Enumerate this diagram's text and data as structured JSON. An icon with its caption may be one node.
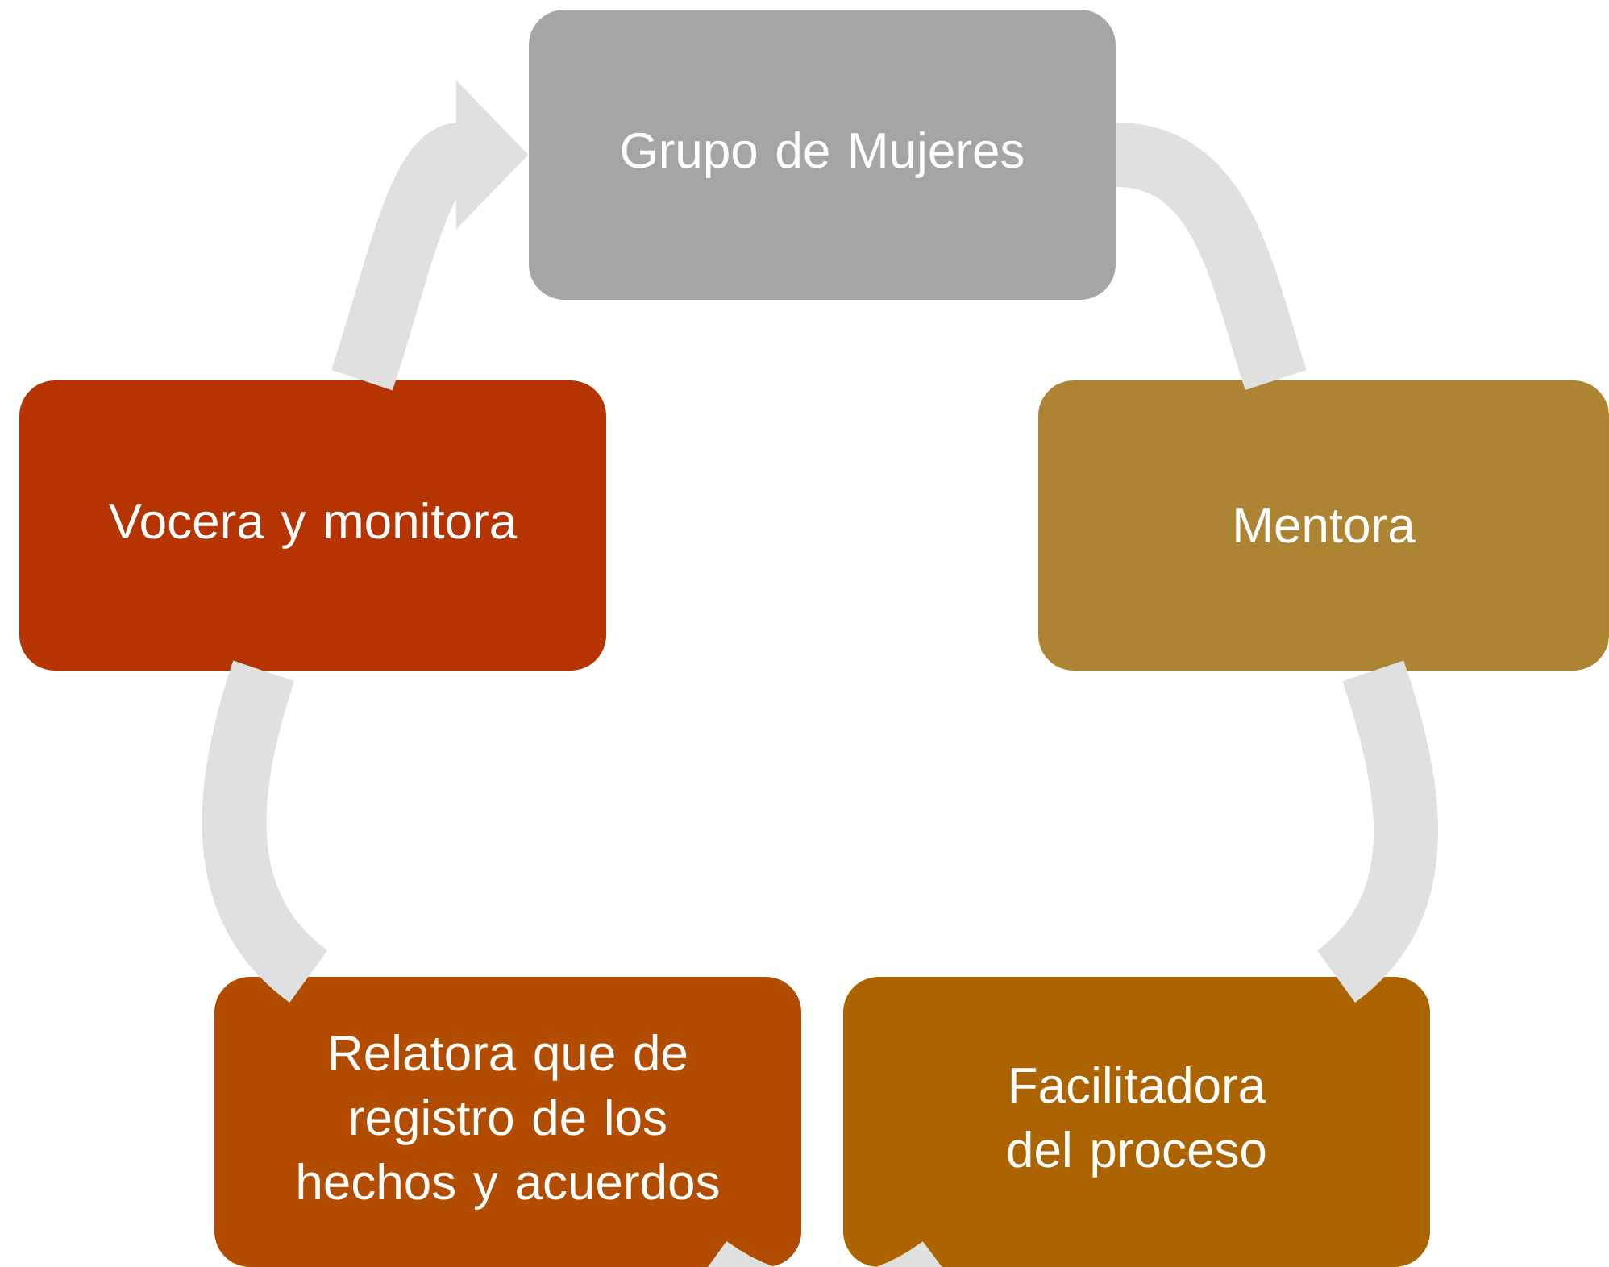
{
  "diagram": {
    "nodes": [
      {
        "text": [
          "Grupo de Mujeres"
        ]
      },
      {
        "text": [
          "Mentora"
        ]
      },
      {
        "text": [
          "Facilitadora del proceso"
        ]
      },
      {
        "text": [
          "Relatora que de registro de los hechos y acuerdos"
        ]
      },
      {
        "text": [
          "Vocera y monitora"
        ]
      }
    ],
    "edges": [
      {
        "from": 0,
        "to": 1,
        "arrow": "none"
      },
      {
        "from": 1,
        "to": 2,
        "arrow": "none"
      },
      {
        "from": 2,
        "to": 3,
        "arrow": "none"
      },
      {
        "from": 3,
        "to": 4,
        "arrow": "none"
      },
      {
        "from": 4,
        "to": 0,
        "arrow": "to"
      }
    ]
  }
}
